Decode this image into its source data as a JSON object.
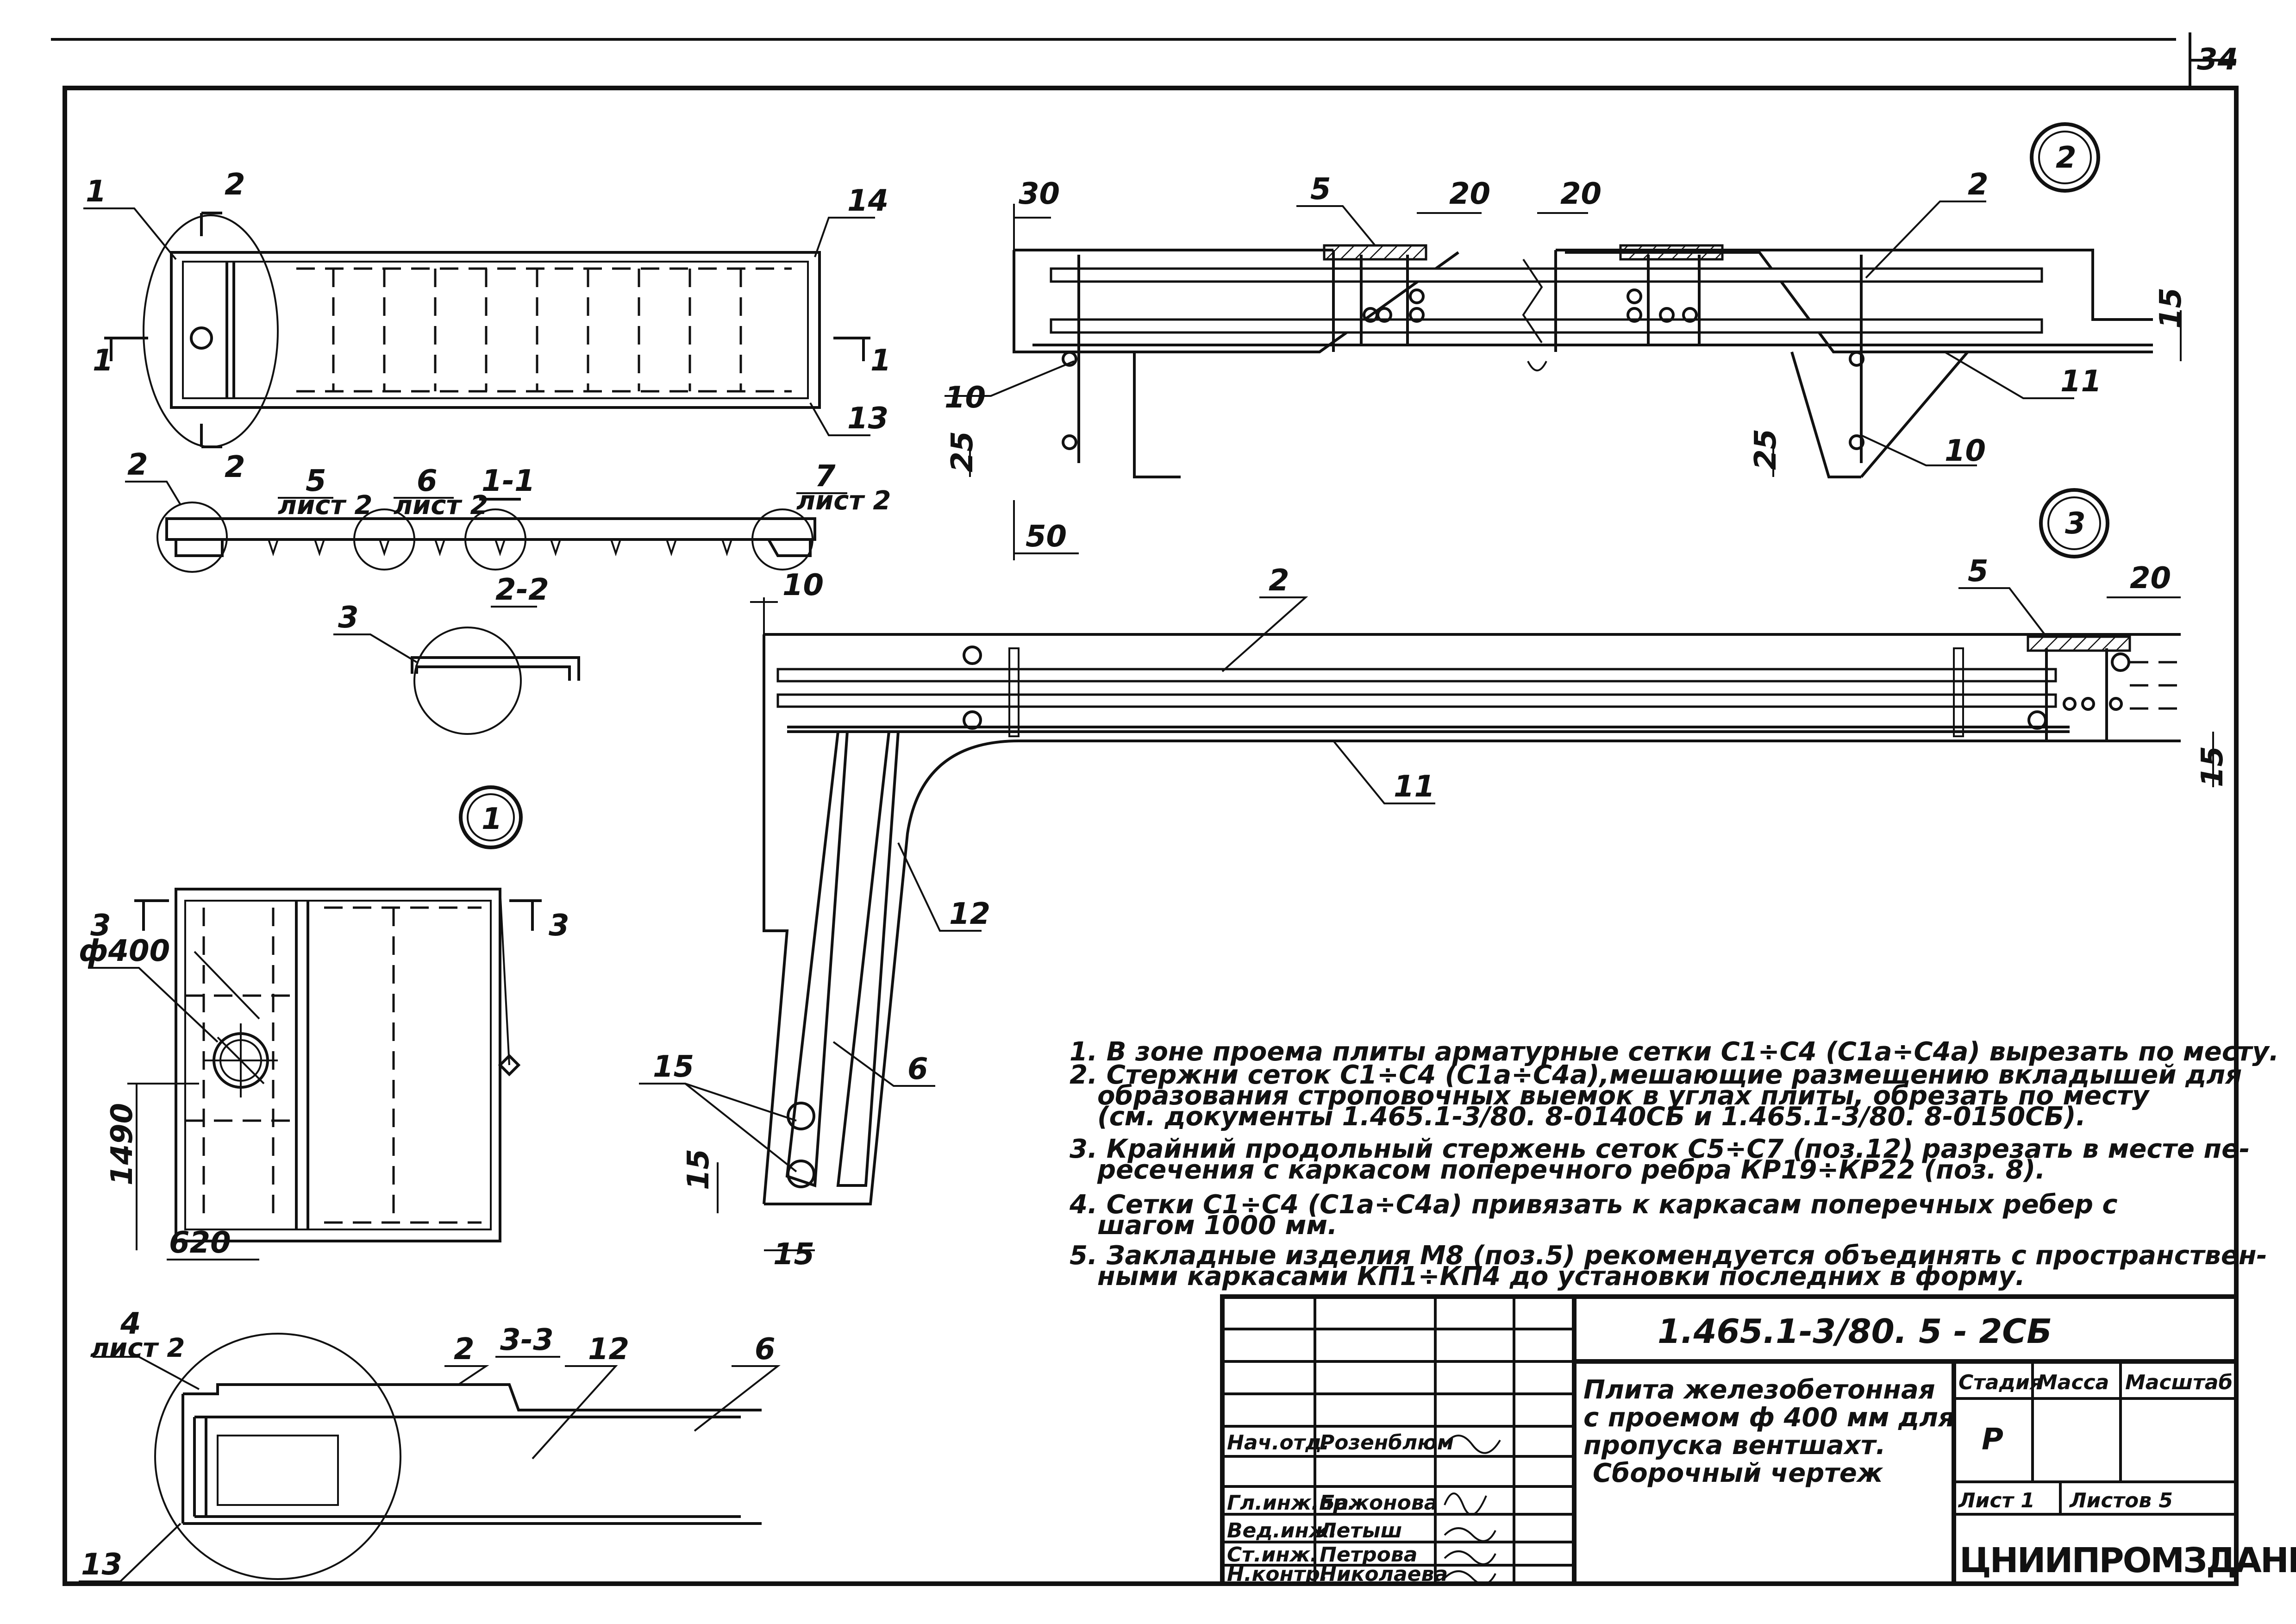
{
  "sheet_number": "34",
  "plan_view": {
    "labels": [
      "1",
      "14",
      "13",
      "2",
      "2",
      "1",
      "1"
    ],
    "section_1_1": {
      "title": "1-1",
      "callouts": [
        {
          "num": "2",
          "ref": ""
        },
        {
          "num": "5",
          "ref": "лист 2"
        },
        {
          "num": "6",
          "ref": "лист 2"
        },
        {
          "num": "7",
          "ref": "лист 2"
        }
      ]
    },
    "section_2_2": {
      "title": "2-2",
      "callout": "3"
    }
  },
  "node_1": {
    "circle": "1",
    "marks": [
      "3",
      "3"
    ],
    "diameter": "ф400",
    "dim_vertical": "1490",
    "dim_horizontal": "620"
  },
  "section_3_3": {
    "title": "3-3",
    "callouts": [
      {
        "num": "4",
        "ref": "лист 2"
      },
      {
        "num": "2",
        "ref": ""
      },
      {
        "num": "12",
        "ref": ""
      },
      {
        "num": "6",
        "ref": ""
      },
      {
        "num": "13",
        "ref": ""
      }
    ]
  },
  "node_2": {
    "circle": "2",
    "dims": [
      "30",
      "20",
      "20",
      "15",
      "25",
      "50"
    ],
    "callouts": [
      "5",
      "2",
      "10",
      "11",
      "10"
    ]
  },
  "node_3": {
    "circle": "3",
    "dims": [
      "10",
      "20",
      "15",
      "15",
      "15"
    ],
    "callouts": [
      "2",
      "5",
      "11",
      "12",
      "15",
      "6"
    ]
  },
  "notes": [
    "1. В зоне проема плиты арматурные сетки С1÷С4 (С1а÷С4а) вырезать по месту.",
    "2. Стержни сеток С1÷С4 (С1а÷С4а),мешающие размещению вкладышей для",
    "образования строповочных выемок в углах плиты, обрезать по месту",
    "(см. документы 1.465.1-3/80. 8-0140СБ и 1.465.1-3/80. 8-0150СБ).",
    "3. Крайний продольный стержень сеток С5÷С7 (поз.12) разрезать в месте пе-",
    "ресечения с каркасом поперечного ребра КР19÷КР22 (поз. 8).",
    "4. Сетки С1÷С4 (С1а÷С4а) привязать к каркасам поперечных ребер с",
    "шагом 1000 мм.",
    "5. Закладные изделия М8 (поз.5) рекомендуется объединять с пространствен-",
    "ными каркасами КП1÷КП4 до установки последних в форму."
  ],
  "title_block": {
    "code": "1.465.1-3/80. 5 - 2СБ",
    "title_lines": [
      "Плита железобетонная",
      "с проемом ф 400 мм для",
      "пропуска вентшахт.",
      "Сборочный чертеж"
    ],
    "stage_header": "Стадия",
    "mass_header": "Масса",
    "scale_header": "Масштаб",
    "stage_value": "Р",
    "sheet_label": "Лист 1",
    "sheets_label": "Листов 5",
    "organization": "ЦНИИПРОМЗДАНИЙ",
    "staff": [
      {
        "role": "Нач.отд.",
        "name": "Розенблюм"
      },
      {
        "role": "Гл.инж.пр.",
        "name": "Бажонова"
      },
      {
        "role": "Вед.инж.",
        "name": "Летыш"
      },
      {
        "role": "Ст.инж.",
        "name": "Петрова"
      },
      {
        "role": "Н.контр.",
        "name": "Николаева"
      }
    ]
  }
}
